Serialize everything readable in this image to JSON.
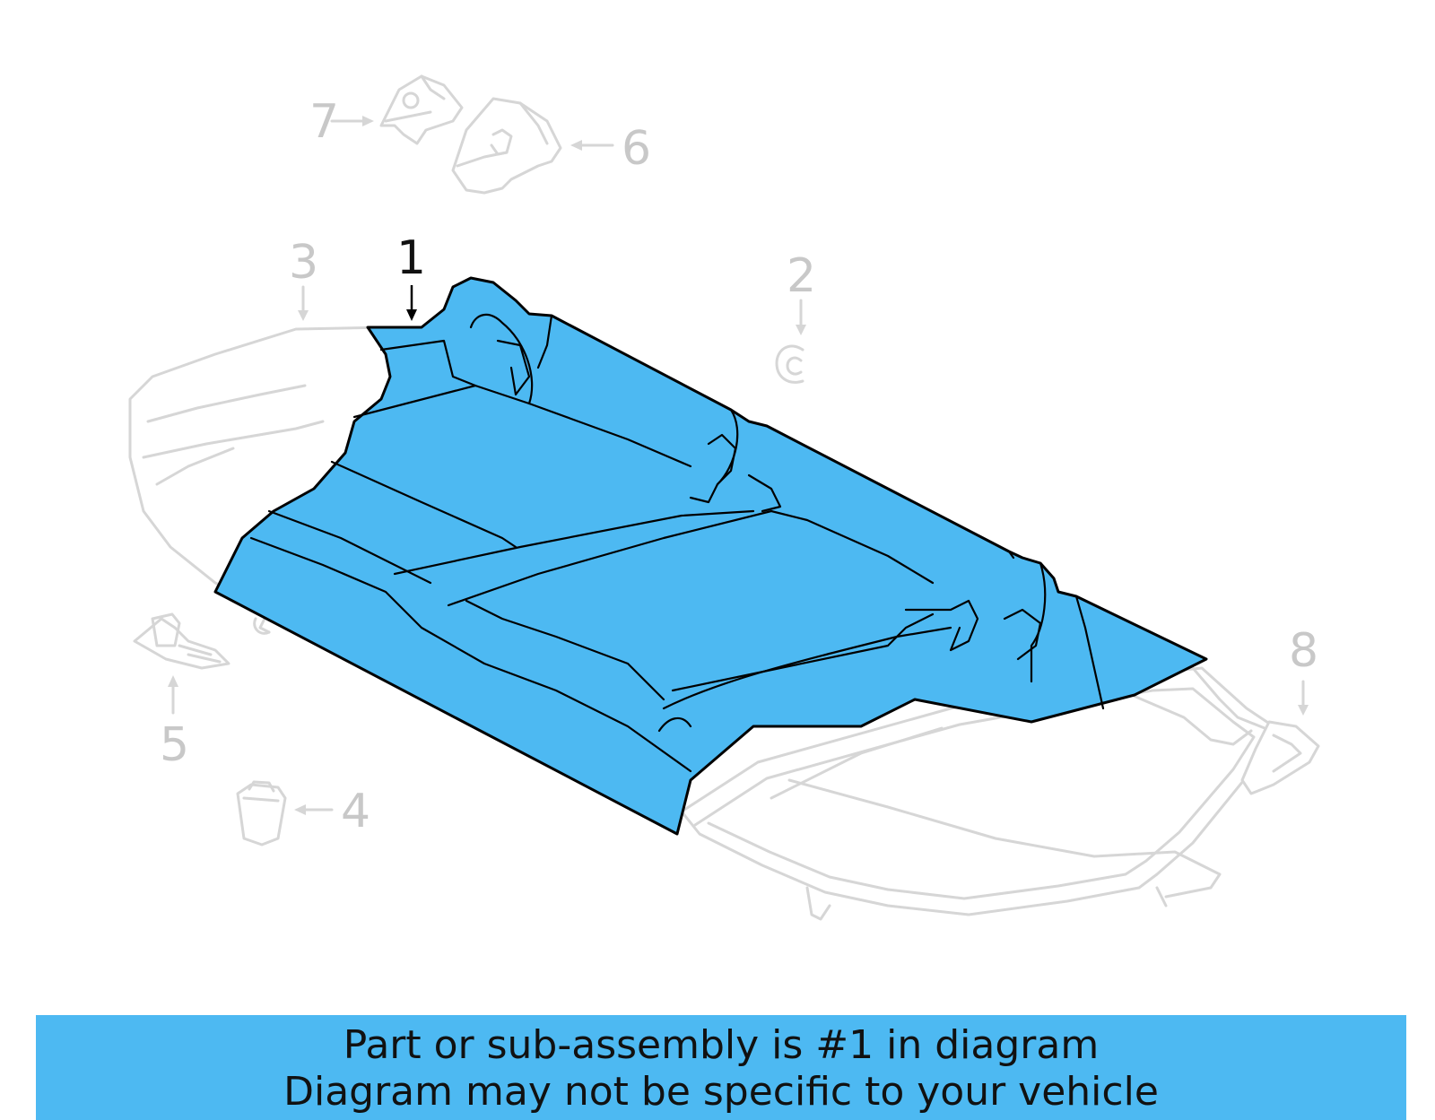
{
  "colors": {
    "highlight": "#4db9f2",
    "ghost_stroke": "#d6d6d6",
    "ghost_label": "#c8c8c8",
    "outline": "#000000"
  },
  "diagram": {
    "highlighted_callout": "1",
    "callouts": [
      {
        "number": "1",
        "part": "highlighted-seat-cushion",
        "highlighted": true
      },
      {
        "number": "2",
        "part": "clip",
        "highlighted": false
      },
      {
        "number": "3",
        "part": "cushion-pad",
        "highlighted": false
      },
      {
        "number": "4",
        "part": "retainer",
        "highlighted": false
      },
      {
        "number": "5",
        "part": "bracket",
        "highlighted": false
      },
      {
        "number": "6",
        "part": "cover",
        "highlighted": false
      },
      {
        "number": "7",
        "part": "cover",
        "highlighted": false
      },
      {
        "number": "8",
        "part": "frame",
        "highlighted": false
      }
    ]
  },
  "banner": {
    "line1": "Part or sub-assembly is #1 in diagram",
    "line2": "Diagram may not be specific to your vehicle"
  }
}
